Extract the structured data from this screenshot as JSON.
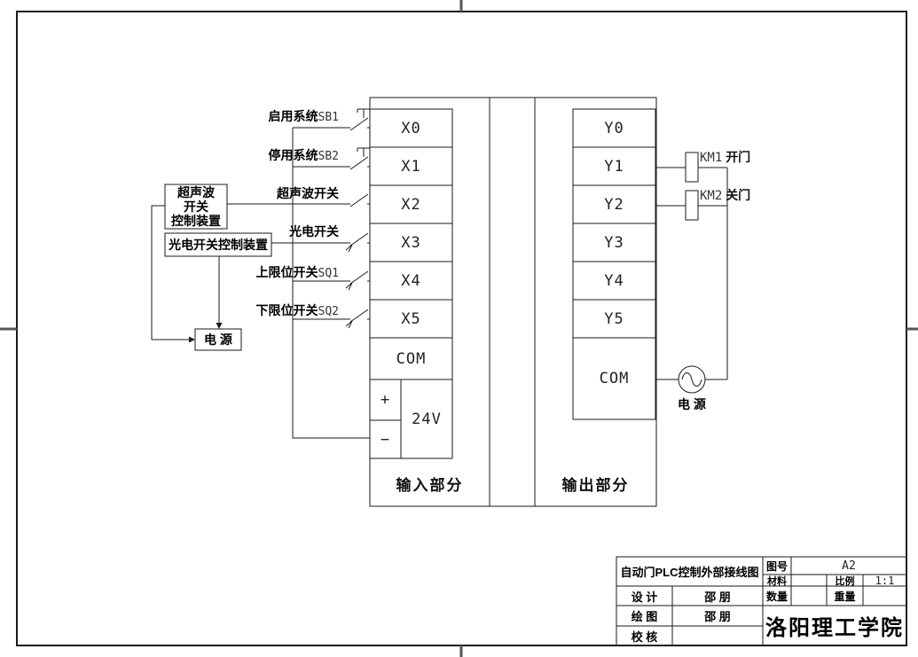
{
  "plc": {
    "input_section_label": "输入部分",
    "output_section_label": "输出部分",
    "input_terminals": [
      "X0",
      "X1",
      "X2",
      "X3",
      "X4",
      "X5",
      "COM"
    ],
    "power_plus": "+",
    "power_minus": "−",
    "power_voltage": "24V",
    "output_terminals": [
      "Y0",
      "Y1",
      "Y2",
      "Y3",
      "Y4",
      "Y5",
      "COM"
    ]
  },
  "inputs": {
    "labels": [
      {
        "text": "启用系统",
        "code": "SB1"
      },
      {
        "text": "停用系统",
        "code": "SB2"
      },
      {
        "text": "超声波开关",
        "code": ""
      },
      {
        "text": "光电开关",
        "code": ""
      },
      {
        "text": "上限位开关",
        "code": "SQ1"
      },
      {
        "text": "下限位开关",
        "code": "SQ2"
      }
    ]
  },
  "devices": {
    "ultrasonic_lines": [
      "超声波",
      "开关",
      "控制装置"
    ],
    "photoelectric_box": "光电开关控制装置",
    "power_box": "电  源"
  },
  "outputs": {
    "km1_code": "KM1",
    "km1_action": "开门",
    "km2_code": "KM2",
    "km2_action": "关门",
    "ac_source_label": "电 源"
  },
  "title_block": {
    "drawing_title": "自动门PLC控制外部接线图",
    "drawing_no_label": "图号",
    "drawing_no_value": "A2",
    "material_label": "材料",
    "material_value": "",
    "scale_label": "比例",
    "scale_value": "1:1",
    "design_label": "设 计",
    "design_value": "邵 朋",
    "quantity_label": "数量",
    "quantity_value": "",
    "weight_label": "重量",
    "weight_value": "",
    "draft_label": "绘 图",
    "draft_value": "邵 朋",
    "check_label": "校 核",
    "check_value": "",
    "institution": "洛阳理工学院"
  }
}
